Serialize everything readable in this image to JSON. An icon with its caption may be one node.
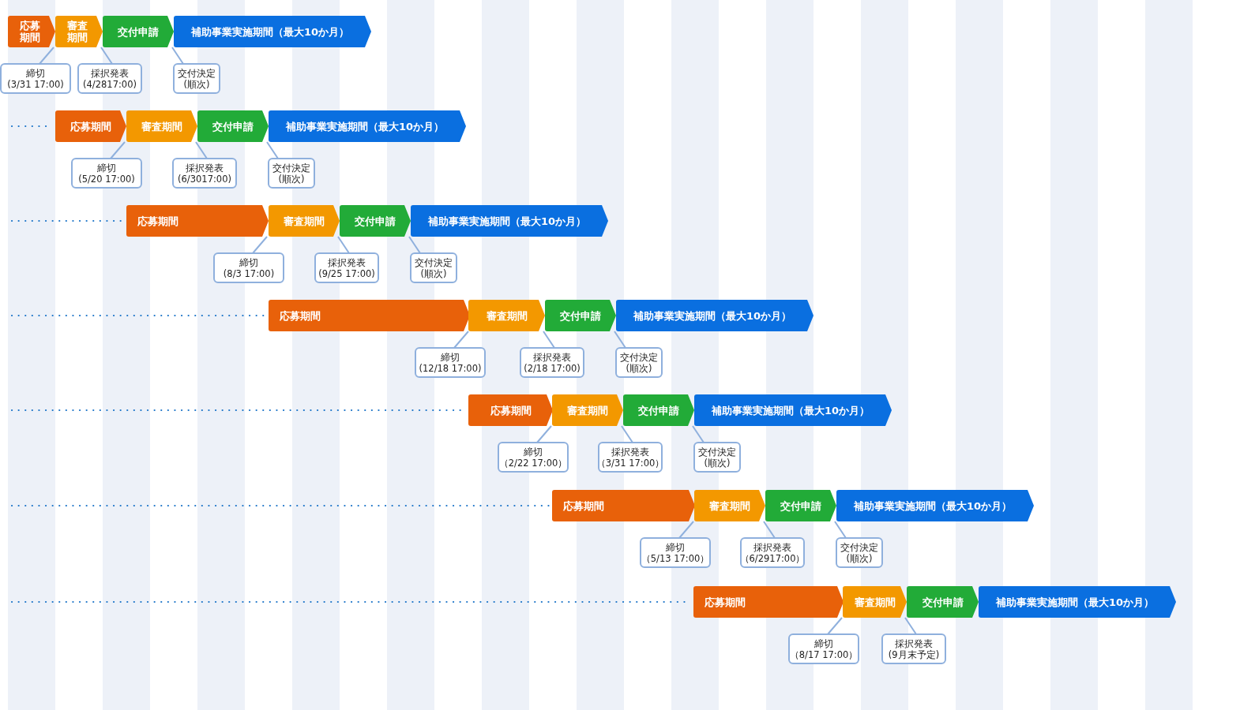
{
  "diagram": {
    "nodes": [
      {
        "text": [
          "応募期間"
        ]
      },
      {
        "text": [
          "審査期間"
        ]
      },
      {
        "text": [
          "交付申請"
        ]
      },
      {
        "text": [
          "補助事業実施期間（最大10か月）"
        ]
      },
      {
        "text": [
          "締切",
          "(3/31 17:00)"
        ]
      },
      {
        "text": [
          "採択発表",
          "(4/2817:00)"
        ]
      },
      {
        "text": [
          "交付決定",
          "(順次)"
        ]
      },
      {
        "text": [
          "応募期間"
        ]
      },
      {
        "text": [
          "審査期間"
        ]
      },
      {
        "text": [
          "交付申請"
        ]
      },
      {
        "text": [
          "補助事業実施期間（最大10か月）"
        ]
      },
      {
        "text": [
          "締切",
          "(5/20 17:00)"
        ]
      },
      {
        "text": [
          "採択発表",
          "(6/3017:00)"
        ]
      },
      {
        "text": [
          "交付決定",
          "(順次)"
        ]
      },
      {
        "text": [
          "応募期間"
        ]
      },
      {
        "text": [
          "審査期間"
        ]
      },
      {
        "text": [
          "交付申請"
        ]
      },
      {
        "text": [
          "補助事業実施期間（最大10か月）"
        ]
      },
      {
        "text": [
          "締切",
          "(8/3 17:00)"
        ]
      },
      {
        "text": [
          "採択発表",
          "(9/25 17:00)"
        ]
      },
      {
        "text": [
          "交付決定",
          "(順次)"
        ]
      },
      {
        "text": [
          "応募期間"
        ]
      },
      {
        "text": [
          "審査期間"
        ]
      },
      {
        "text": [
          "交付申請"
        ]
      },
      {
        "text": [
          "補助事業実施期間（最大10か月）"
        ]
      },
      {
        "text": [
          "締切",
          "(12/18 17:00)"
        ]
      },
      {
        "text": [
          "採択発表",
          "(2/18 17:00)"
        ]
      },
      {
        "text": [
          "交付決定",
          "(順次)"
        ]
      },
      {
        "text": [
          "応募期間"
        ]
      },
      {
        "text": [
          "審査期間"
        ]
      },
      {
        "text": [
          "交付申請"
        ]
      },
      {
        "text": [
          "補助事業実施期間（最大10か月）"
        ]
      },
      {
        "text": [
          "締切",
          "（2/22 17:00）"
        ]
      },
      {
        "text": [
          "採択発表",
          "（3/31 17:00）"
        ]
      },
      {
        "text": [
          "交付決定",
          "(順次)"
        ]
      },
      {
        "text": [
          "応募期間"
        ]
      },
      {
        "text": [
          "審査期間"
        ]
      },
      {
        "text": [
          "交付申請"
        ]
      },
      {
        "text": [
          "補助事業実施期間（最大10か月）"
        ]
      },
      {
        "text": [
          "締切",
          "（5/13 17:00）"
        ]
      },
      {
        "text": [
          "採択発表",
          "（6/2917:00）"
        ]
      },
      {
        "text": [
          "交付決定",
          "(順次)"
        ]
      },
      {
        "text": [
          "応募期間"
        ]
      },
      {
        "text": [
          "審査期間"
        ]
      },
      {
        "text": [
          "交付申請"
        ]
      },
      {
        "text": [
          "補助事業実施期間（最大10か月）"
        ]
      },
      {
        "text": [
          "締切",
          "（8/17 17:00）"
        ]
      },
      {
        "text": [
          "採択発表",
          "(9月末予定)"
        ]
      }
    ],
    "edges": [
      {
        "from": 4,
        "to": 0,
        "arrow": "none"
      },
      {
        "from": 5,
        "to": 1,
        "arrow": "none"
      },
      {
        "from": 6,
        "to": 2,
        "arrow": "none"
      },
      {
        "from": null,
        "to": 7,
        "arrow": "none",
        "style": "dashed",
        "color": "#1a73c8"
      },
      {
        "from": 11,
        "to": 7,
        "arrow": "none"
      },
      {
        "from": 12,
        "to": 8,
        "arrow": "none"
      },
      {
        "from": 13,
        "to": 9,
        "arrow": "none"
      },
      {
        "from": null,
        "to": 14,
        "arrow": "none",
        "style": "dashed",
        "color": "#1a73c8"
      },
      {
        "from": 18,
        "to": 14,
        "arrow": "none"
      },
      {
        "from": 19,
        "to": 15,
        "arrow": "none"
      },
      {
        "from": 20,
        "to": 16,
        "arrow": "none"
      },
      {
        "from": null,
        "to": 21,
        "arrow": "none",
        "style": "dashed",
        "color": "#1a73c8"
      },
      {
        "from": 25,
        "to": 21,
        "arrow": "none"
      },
      {
        "from": 26,
        "to": 22,
        "arrow": "none"
      },
      {
        "from": 27,
        "to": 23,
        "arrow": "none"
      },
      {
        "from": null,
        "to": 28,
        "arrow": "none",
        "style": "dashed",
        "color": "#1a73c8"
      },
      {
        "from": 32,
        "to": 28,
        "arrow": "none"
      },
      {
        "from": 33,
        "to": 29,
        "arrow": "none"
      },
      {
        "from": 34,
        "to": 30,
        "arrow": "none"
      },
      {
        "from": null,
        "to": 35,
        "arrow": "none",
        "style": "dashed",
        "color": "#1a73c8"
      },
      {
        "from": 39,
        "to": 35,
        "arrow": "none"
      },
      {
        "from": 40,
        "to": 36,
        "arrow": "none"
      },
      {
        "from": 41,
        "to": 37,
        "arrow": "none"
      },
      {
        "from": null,
        "to": 42,
        "arrow": "none",
        "style": "dashed",
        "color": "#1a73c8"
      },
      {
        "from": 46,
        "to": 42,
        "arrow": "none"
      },
      {
        "from": 47,
        "to": 43,
        "arrow": "none"
      }
    ]
  }
}
